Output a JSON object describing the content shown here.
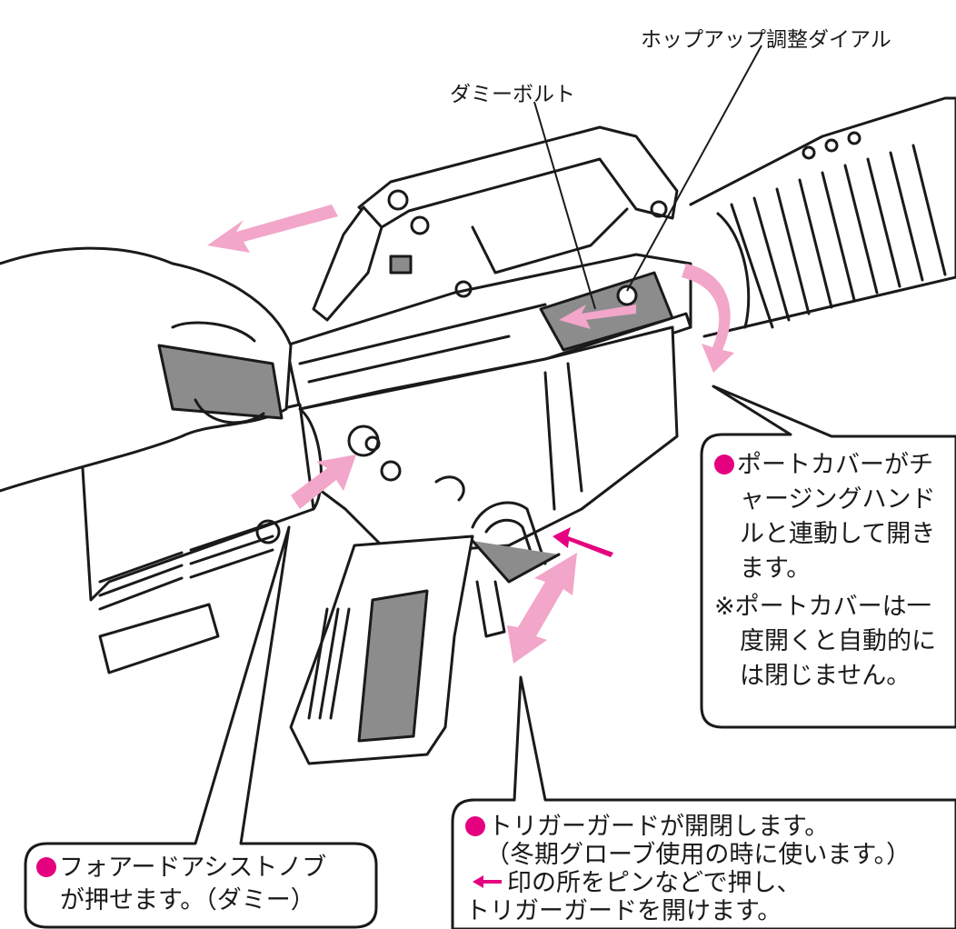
{
  "labels": {
    "dummy_bolt": "ダミーボルト",
    "hopup_dial": "ホップアップ調整ダイアル"
  },
  "callouts": {
    "port_cover": {
      "lines": [
        "ポートカバーがチ",
        "ャージングハンド",
        "ルと連動して開き",
        "ます。"
      ],
      "note_lines": [
        "※ポートカバーは一",
        "度開くと自動的に",
        "は閉じません。"
      ]
    },
    "trigger_guard": {
      "line1": "トリガーガードが開閉します。",
      "line2": "（冬期グローブ使用の時に使います。）",
      "line3": "印の所をピンなどで押し、",
      "line4": "トリガーガードを開けます。"
    },
    "forward_assist": {
      "line1": "フォアードアシストノブ",
      "line2": "が押せます。（ダミー）"
    }
  },
  "colors": {
    "accent": "#e5007f",
    "arrow_fill": "#f2a6c9",
    "shade": "#8c8c8c",
    "line": "#1a1a1a"
  }
}
